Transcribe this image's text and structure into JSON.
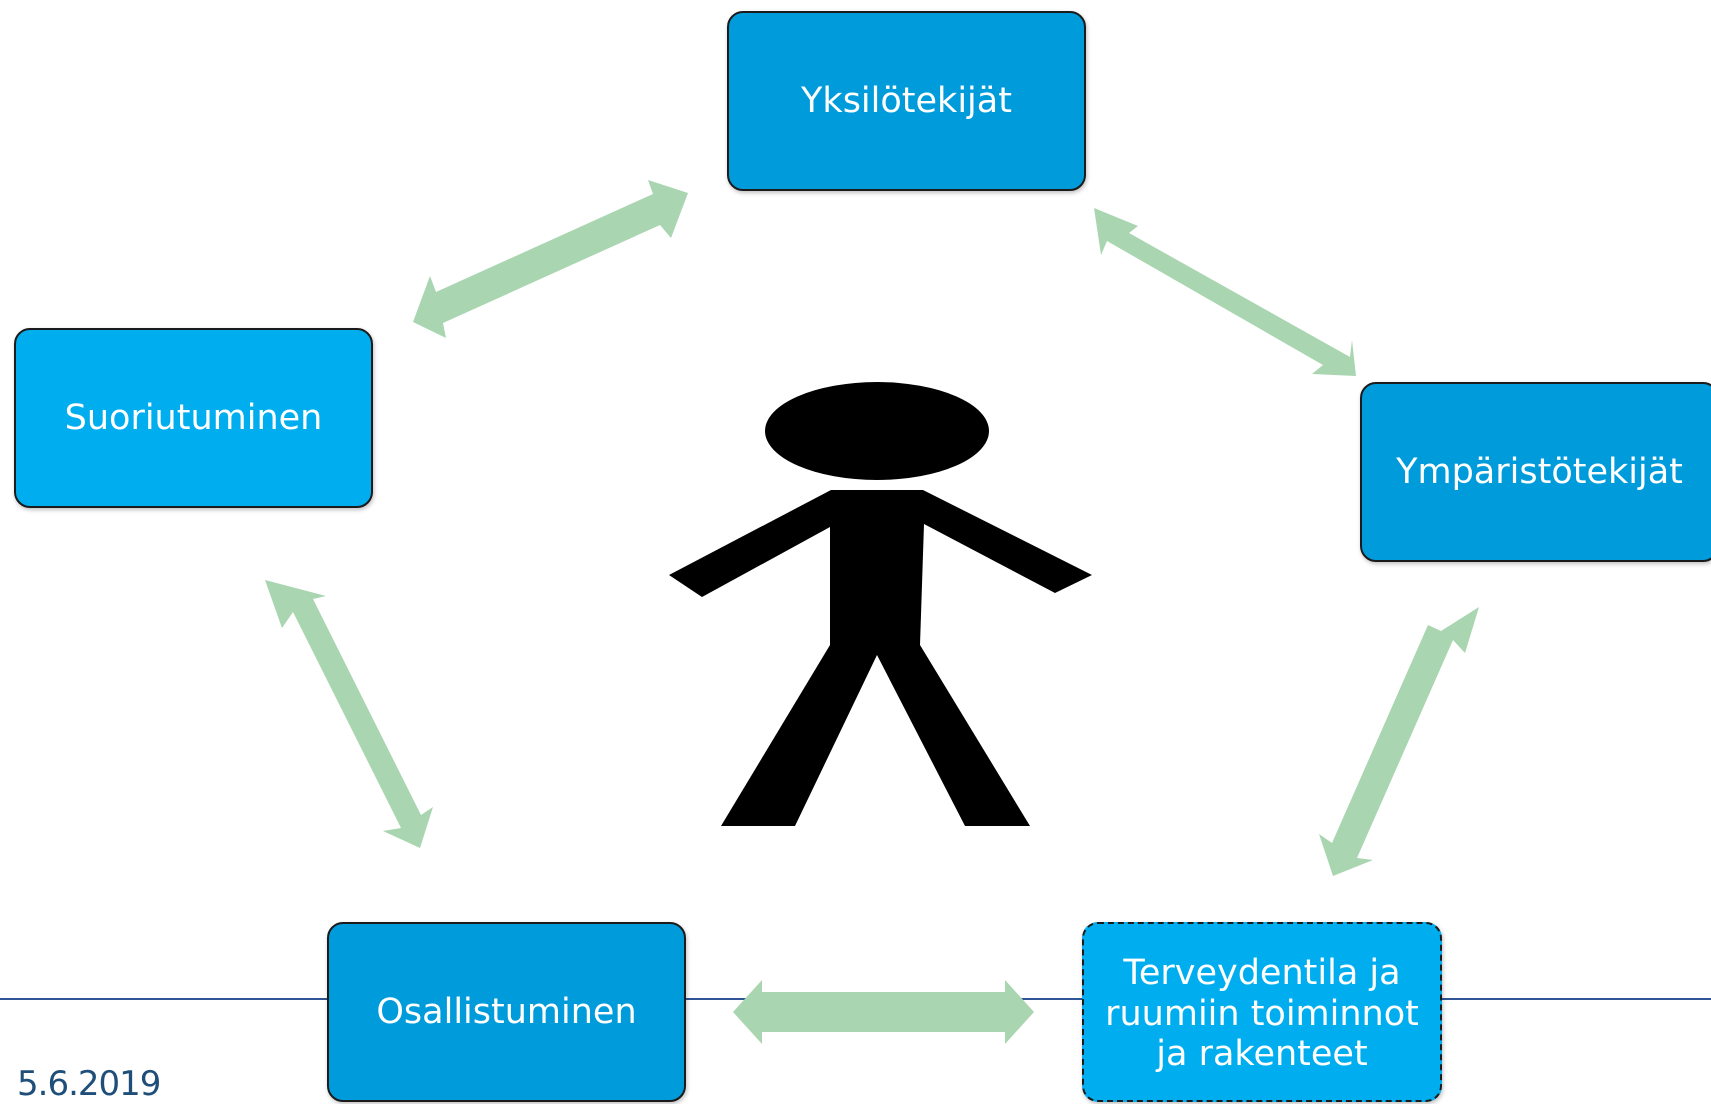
{
  "diagram": {
    "nodes": {
      "top": {
        "label": "Yksilötekijät",
        "color": "#009BDB"
      },
      "left": {
        "label": "Suoriutuminen",
        "color": "#00AEEF"
      },
      "right": {
        "label": "Ympäristötekijät",
        "color": "#009BDB"
      },
      "bottom_left": {
        "label": "Osallistuminen",
        "color": "#009BDB"
      },
      "bottom_right": {
        "label": "Terveydentila ja\nruumiin toiminnot\nja rakenteet",
        "color": "#00AEEF"
      }
    },
    "connections": [
      {
        "from": "top",
        "to": "left",
        "type": "bidirectional-arrow"
      },
      {
        "from": "top",
        "to": "right",
        "type": "bidirectional-arrow"
      },
      {
        "from": "left",
        "to": "bottom_left",
        "type": "bidirectional-arrow"
      },
      {
        "from": "right",
        "to": "bottom_right",
        "type": "bidirectional-arrow"
      },
      {
        "from": "bottom_left",
        "to": "bottom_right",
        "type": "bidirectional-arrow"
      }
    ],
    "center_icon": "person-figure-icon",
    "arrow_color": "#A9D5B0",
    "rule_color": "#2F5597"
  },
  "footer": {
    "date": "5.6.2019"
  }
}
